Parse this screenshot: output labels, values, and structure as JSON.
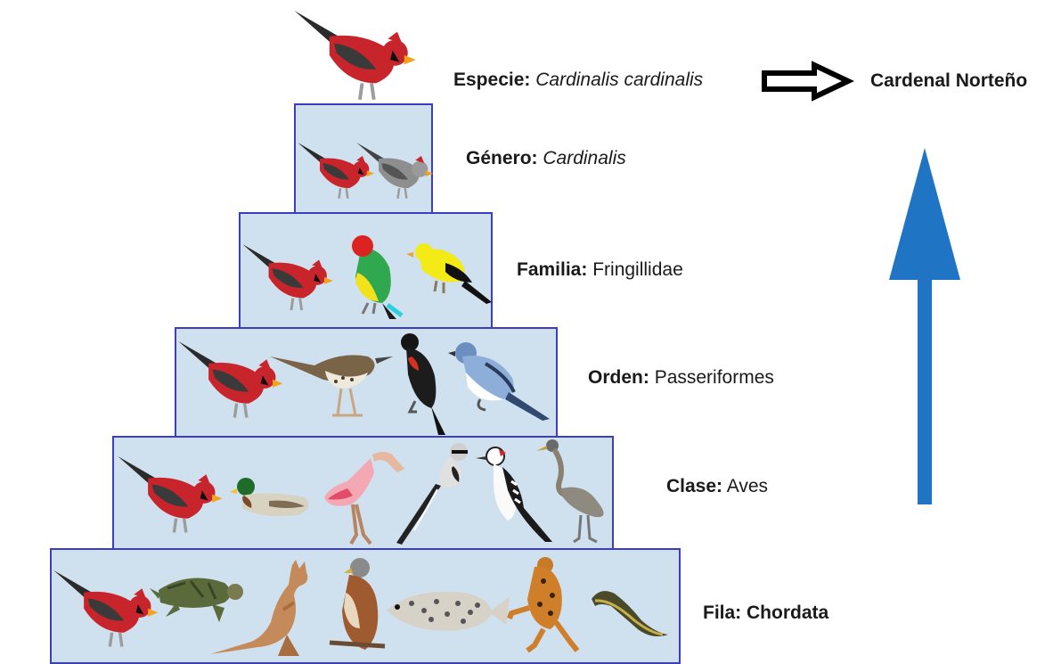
{
  "levels": [
    {
      "rank": "Especie:",
      "name": "Cardinalis cardinalis",
      "italic": true
    },
    {
      "rank": "Género:",
      "name": "Cardinalis",
      "italic": true
    },
    {
      "rank": "Familia:",
      "name": "Fringillidae",
      "italic": false
    },
    {
      "rank": "Orden:",
      "name": "Passeriformes",
      "italic": false
    },
    {
      "rank": "Clase:",
      "name": "Aves",
      "italic": false
    },
    {
      "rank": "Fila: Chordata",
      "name": "",
      "italic": false
    }
  ],
  "common_name": "Cardenal Norteño",
  "colors": {
    "tier_fill": "#cfe0ee",
    "tier_border": "#3b3fbf",
    "up_arrow": "#1f74c4",
    "cardinal_red": "#c8242b"
  },
  "icons": [
    "cardinal-icon",
    "gray-cardinal-icon",
    "green-barbet-icon",
    "goldfinch-icon",
    "thrush-icon",
    "blackbird-icon",
    "warbler-icon",
    "mallard-icon",
    "spoonbill-icon",
    "shrike-icon",
    "woodpecker-icon",
    "heron-icon",
    "sea-turtle-icon",
    "kangaroo-icon",
    "hawk-icon",
    "grouper-icon",
    "frog-icon",
    "salamander-icon",
    "right-arrow-icon",
    "up-arrow-icon"
  ]
}
